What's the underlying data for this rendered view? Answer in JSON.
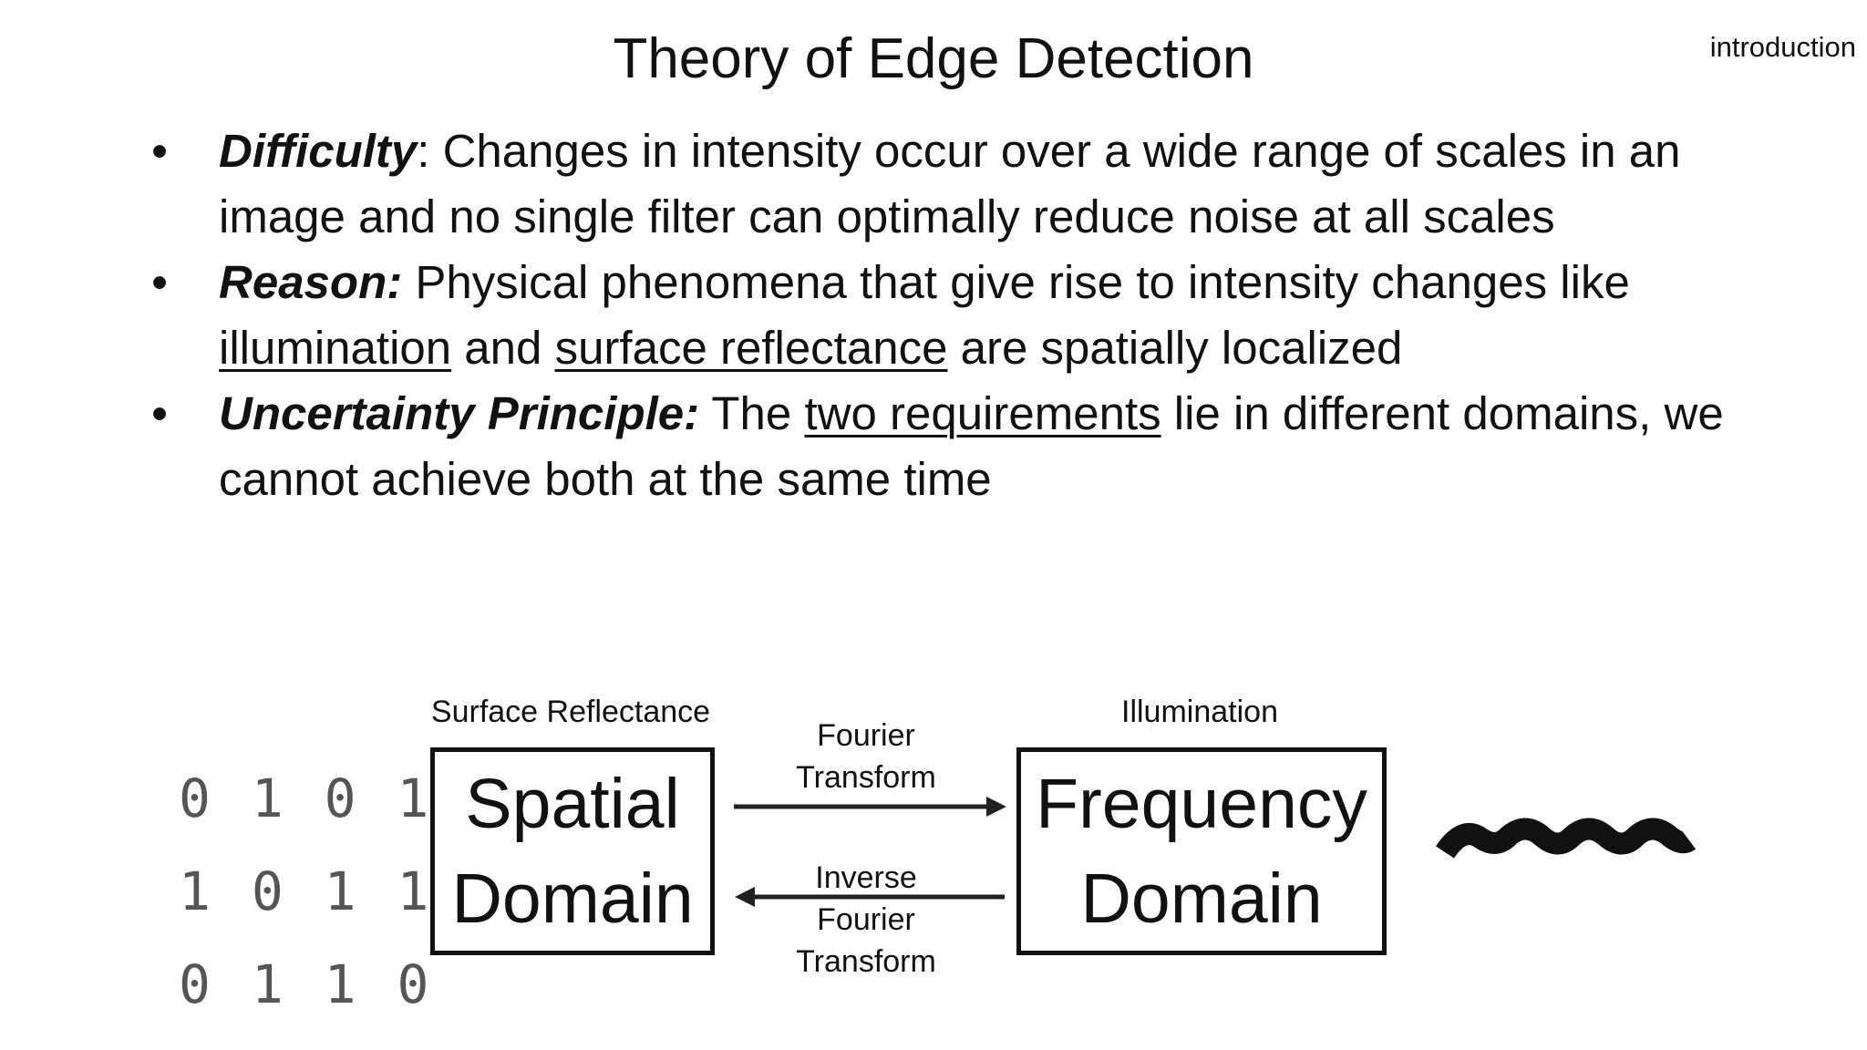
{
  "corner_tag": "introduction",
  "title": "Theory of Edge Detection",
  "bullets": [
    {
      "term": "Difficulty",
      "term_suffix": ": ",
      "text": "Changes in intensity occur over a wide range of scales in an image and no single filter can optimally reduce noise at all scales"
    },
    {
      "term": "Reason:",
      "text_1": " Physical phenomena that give rise to intensity changes like ",
      "link_1": "illumination",
      "text_2": " and ",
      "link_2": "surface reflectance",
      "text_3": " are spatially localized"
    },
    {
      "term": "Uncertainty Principle:",
      "text_1": " The ",
      "link_1": "two requirements",
      "text_2": " lie in different domains, we cannot achieve both at the same time"
    }
  ],
  "bullet_symbol": "•",
  "diagram": {
    "binary_rows": [
      "0 1 0 1",
      "1 0 1 1",
      "0 1 1 0"
    ],
    "spatial": {
      "caption": "Surface Reflectance",
      "line1": "Spatial",
      "line2": "Domain"
    },
    "frequency": {
      "caption": "Illumination",
      "line1": "Frequency",
      "line2": "Domain"
    },
    "forward_arrow": {
      "line1": "Fourier",
      "line2": "Transform"
    },
    "inverse_arrow": {
      "line1": "Inverse",
      "line2": "Fourier",
      "line3": "Transform"
    },
    "wave_icon": "sine-wave"
  }
}
